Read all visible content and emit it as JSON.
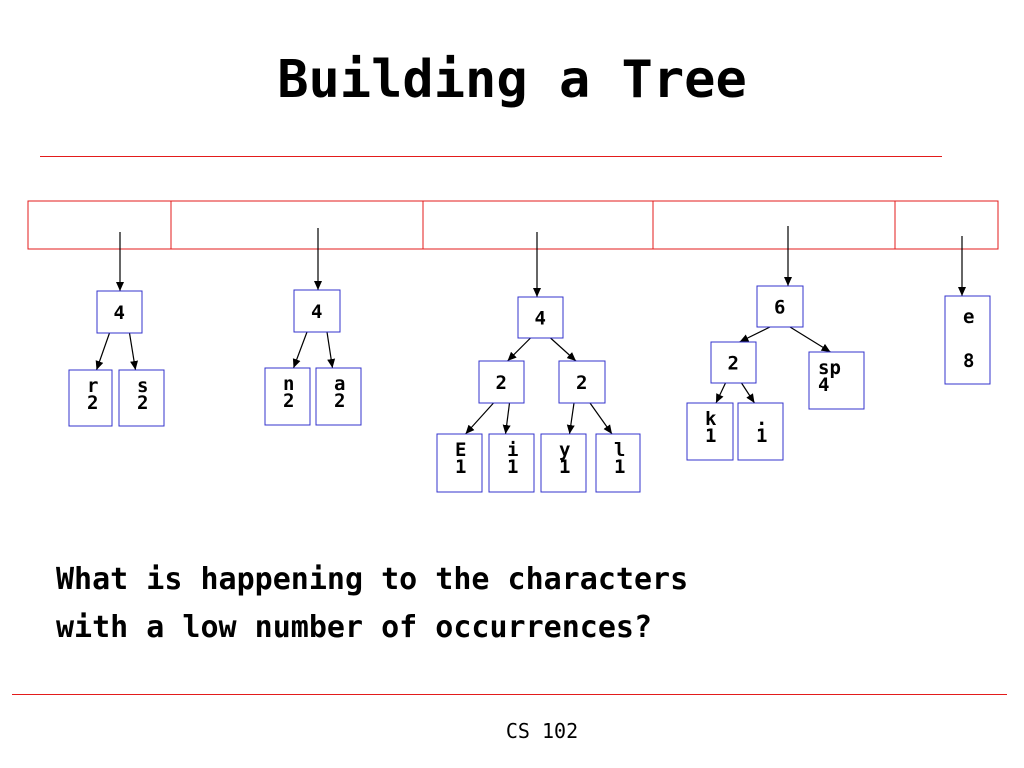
{
  "slide": {
    "title": "Building a Tree",
    "question_lines": [
      "What is happening to the characters",
      "with a low number of occurrences?"
    ],
    "footer": "CS 102"
  },
  "colors": {
    "rule": "#e31b1b",
    "array_border": "#e31b1b",
    "node_border": "#3333cc",
    "arrow": "#000000",
    "text": "#000000"
  },
  "diagram": {
    "array_slots": 5,
    "trees": [
      {
        "id": "t1",
        "root": {
          "lines": [
            "4"
          ]
        },
        "children": [
          {
            "lines": [
              "r",
              "2"
            ]
          },
          {
            "lines": [
              "s",
              "2"
            ]
          }
        ]
      },
      {
        "id": "t2",
        "root": {
          "lines": [
            "4"
          ]
        },
        "children": [
          {
            "lines": [
              "n",
              "2"
            ]
          },
          {
            "lines": [
              "a",
              "2"
            ]
          }
        ]
      },
      {
        "id": "t3",
        "root": {
          "lines": [
            "4"
          ]
        },
        "children": [
          {
            "lines": [
              "2"
            ],
            "children": [
              {
                "lines": [
                  "E",
                  "1"
                ]
              },
              {
                "lines": [
                  "i",
                  "1"
                ]
              }
            ]
          },
          {
            "lines": [
              "2"
            ],
            "children": [
              {
                "lines": [
                  "y",
                  "1"
                ]
              },
              {
                "lines": [
                  "l",
                  "1"
                ]
              }
            ]
          }
        ]
      },
      {
        "id": "t4",
        "root": {
          "lines": [
            "6"
          ]
        },
        "children": [
          {
            "lines": [
              "2"
            ],
            "children": [
              {
                "lines": [
                  "k",
                  "1"
                ]
              },
              {
                "lines": [
                  ".",
                  "1"
                ]
              }
            ]
          },
          {
            "lines": [
              "sp",
              "4"
            ]
          }
        ]
      },
      {
        "id": "t5",
        "root": {
          "lines": [
            "e",
            "8"
          ]
        },
        "children": []
      }
    ]
  }
}
